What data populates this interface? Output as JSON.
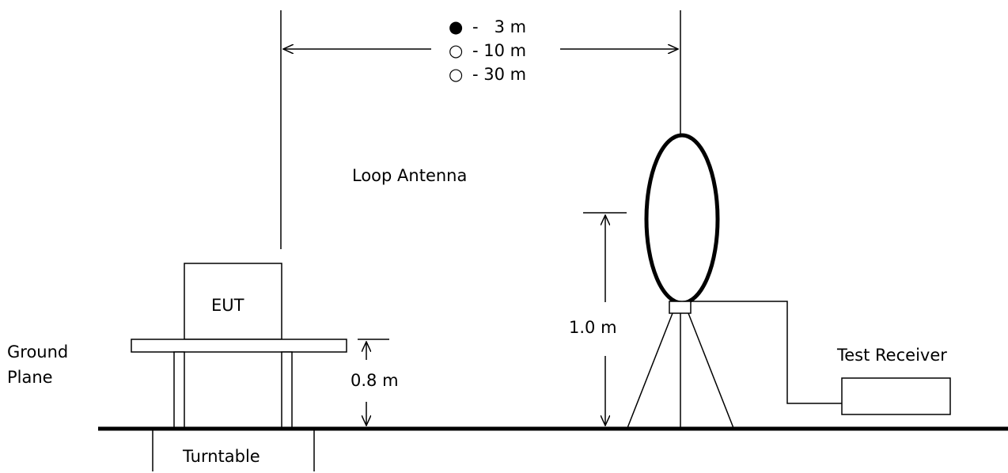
{
  "distance_options": [
    {
      "marker": "●",
      "text": "-   3 m",
      "selected": true
    },
    {
      "marker": "○",
      "text": "- 10 m",
      "selected": false
    },
    {
      "marker": "○",
      "text": "- 30 m",
      "selected": false
    }
  ],
  "labels": {
    "loop_antenna": "Loop Antenna",
    "eut": "EUT",
    "ground_plane_line1": "Ground",
    "ground_plane_line2": "Plane",
    "table_height": "0.8 m",
    "antenna_height": "1.0 m",
    "test_receiver": "Test Receiver",
    "turntable": "Turntable"
  },
  "colors": {
    "stroke": "#000000",
    "background": "#ffffff"
  }
}
